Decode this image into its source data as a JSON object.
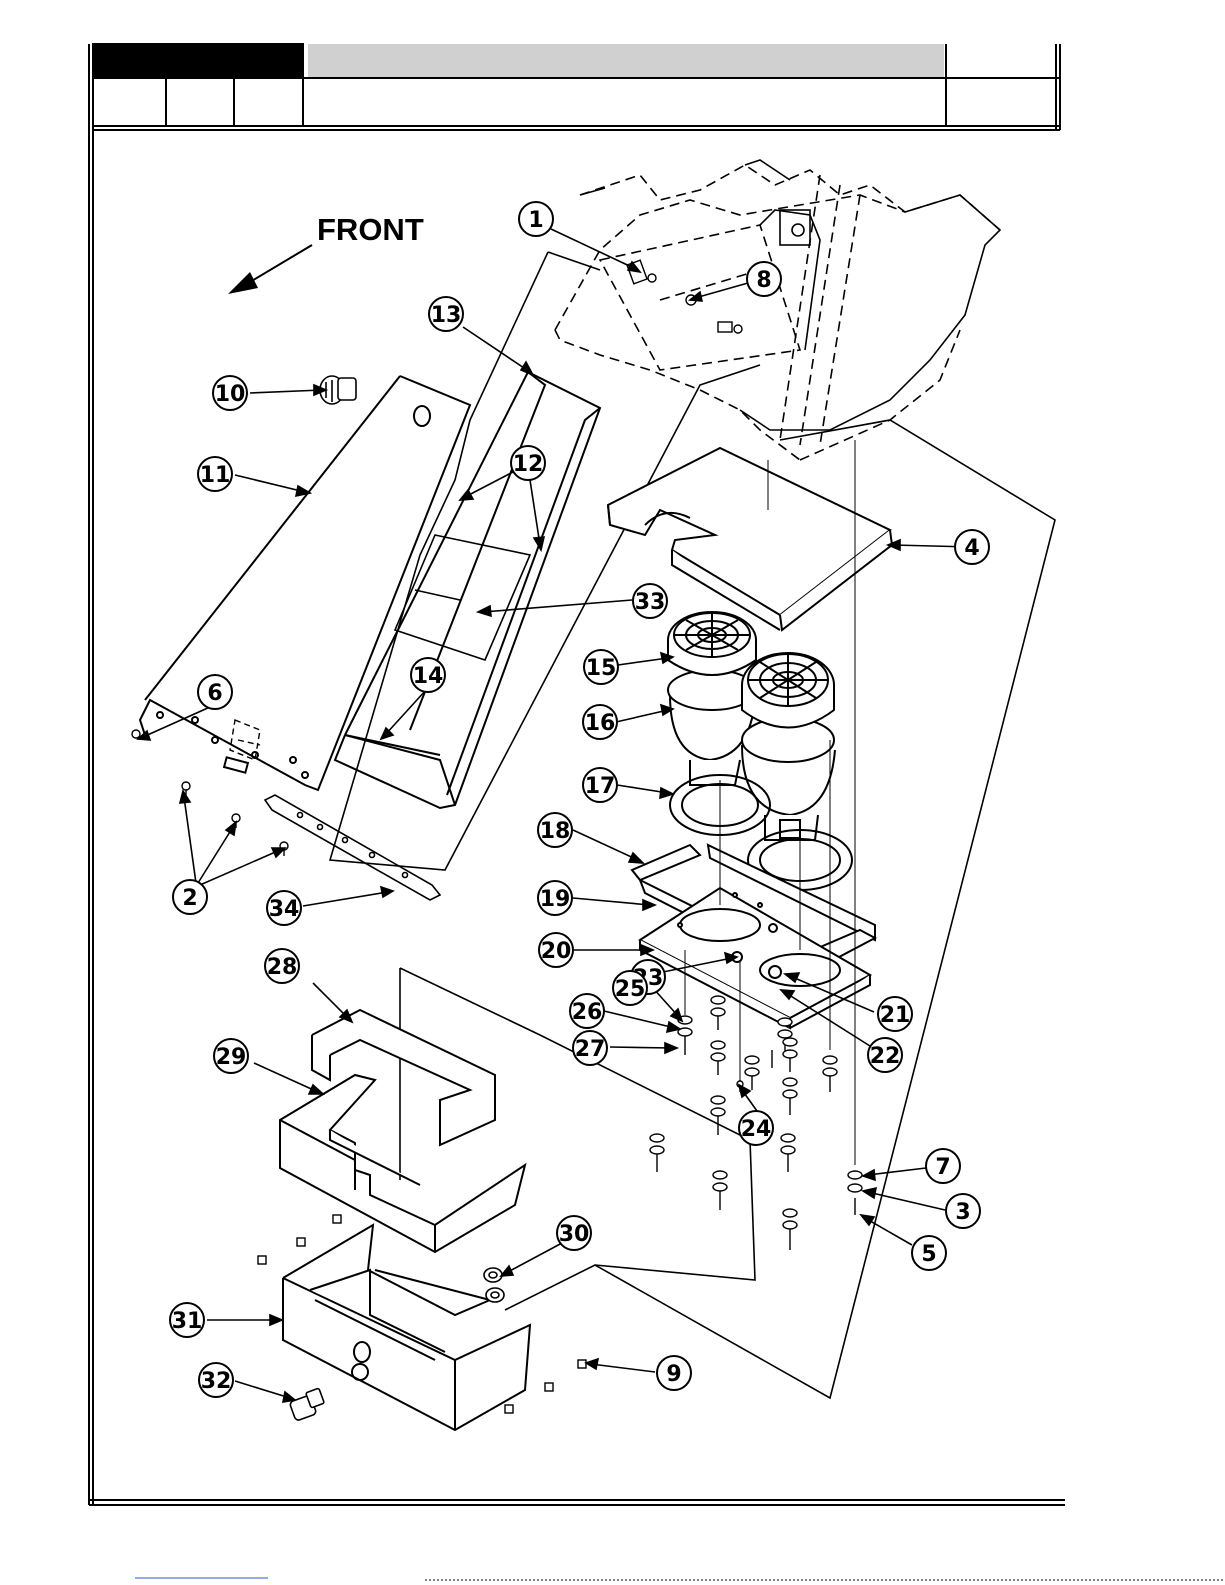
{
  "title_block": {
    "header_fill": "#000000",
    "title_bar_fill": "#d0d0d0"
  },
  "diagram": {
    "front_label": "FRONT",
    "callouts": [
      "1",
      "2",
      "3",
      "4",
      "5",
      "6",
      "7",
      "8",
      "9",
      "10",
      "11",
      "12",
      "13",
      "14",
      "15",
      "16",
      "17",
      "18",
      "19",
      "20",
      "21",
      "22",
      "23",
      "24",
      "25",
      "26",
      "27",
      "28",
      "29",
      "30",
      "31",
      "32",
      "33",
      "34"
    ]
  },
  "colors": {
    "line": "#000000",
    "paper": "#ffffff"
  }
}
